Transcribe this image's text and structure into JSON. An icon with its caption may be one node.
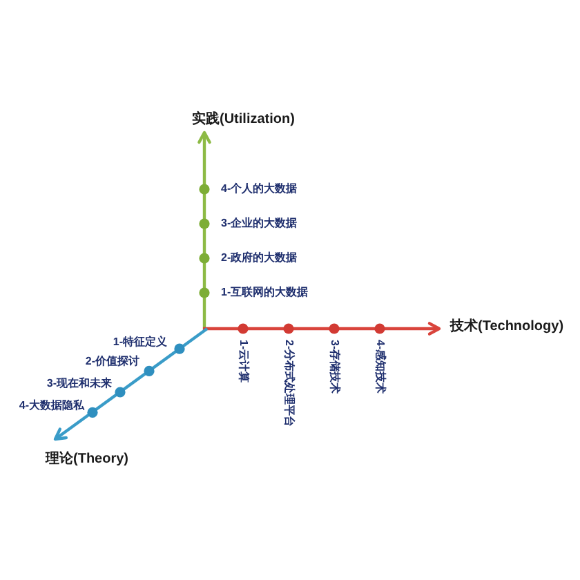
{
  "diagram": {
    "labels": [
      "实践(Utilization)",
      "4-个人的大数据",
      "3-企业的大数据",
      "2-政府的大数据",
      "1-互联网的大数据",
      "技术(Technology)",
      "1-云计算",
      "2-分布式处理平台",
      "3-存储技术",
      "4-感知技术",
      "1-特征定义",
      "2-价值探讨",
      "3-现在和未来",
      "4-大数据隐私",
      "理论(Theory)"
    ]
  }
}
